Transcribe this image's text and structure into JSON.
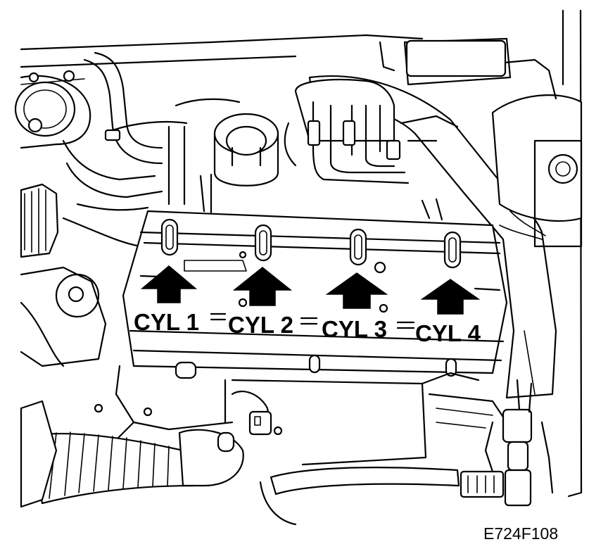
{
  "cylinders": [
    {
      "label": "CYL 1"
    },
    {
      "label": "CYL 2"
    },
    {
      "label": "CYL 3"
    },
    {
      "label": "CYL 4"
    }
  ],
  "figure_id": "E724F108"
}
